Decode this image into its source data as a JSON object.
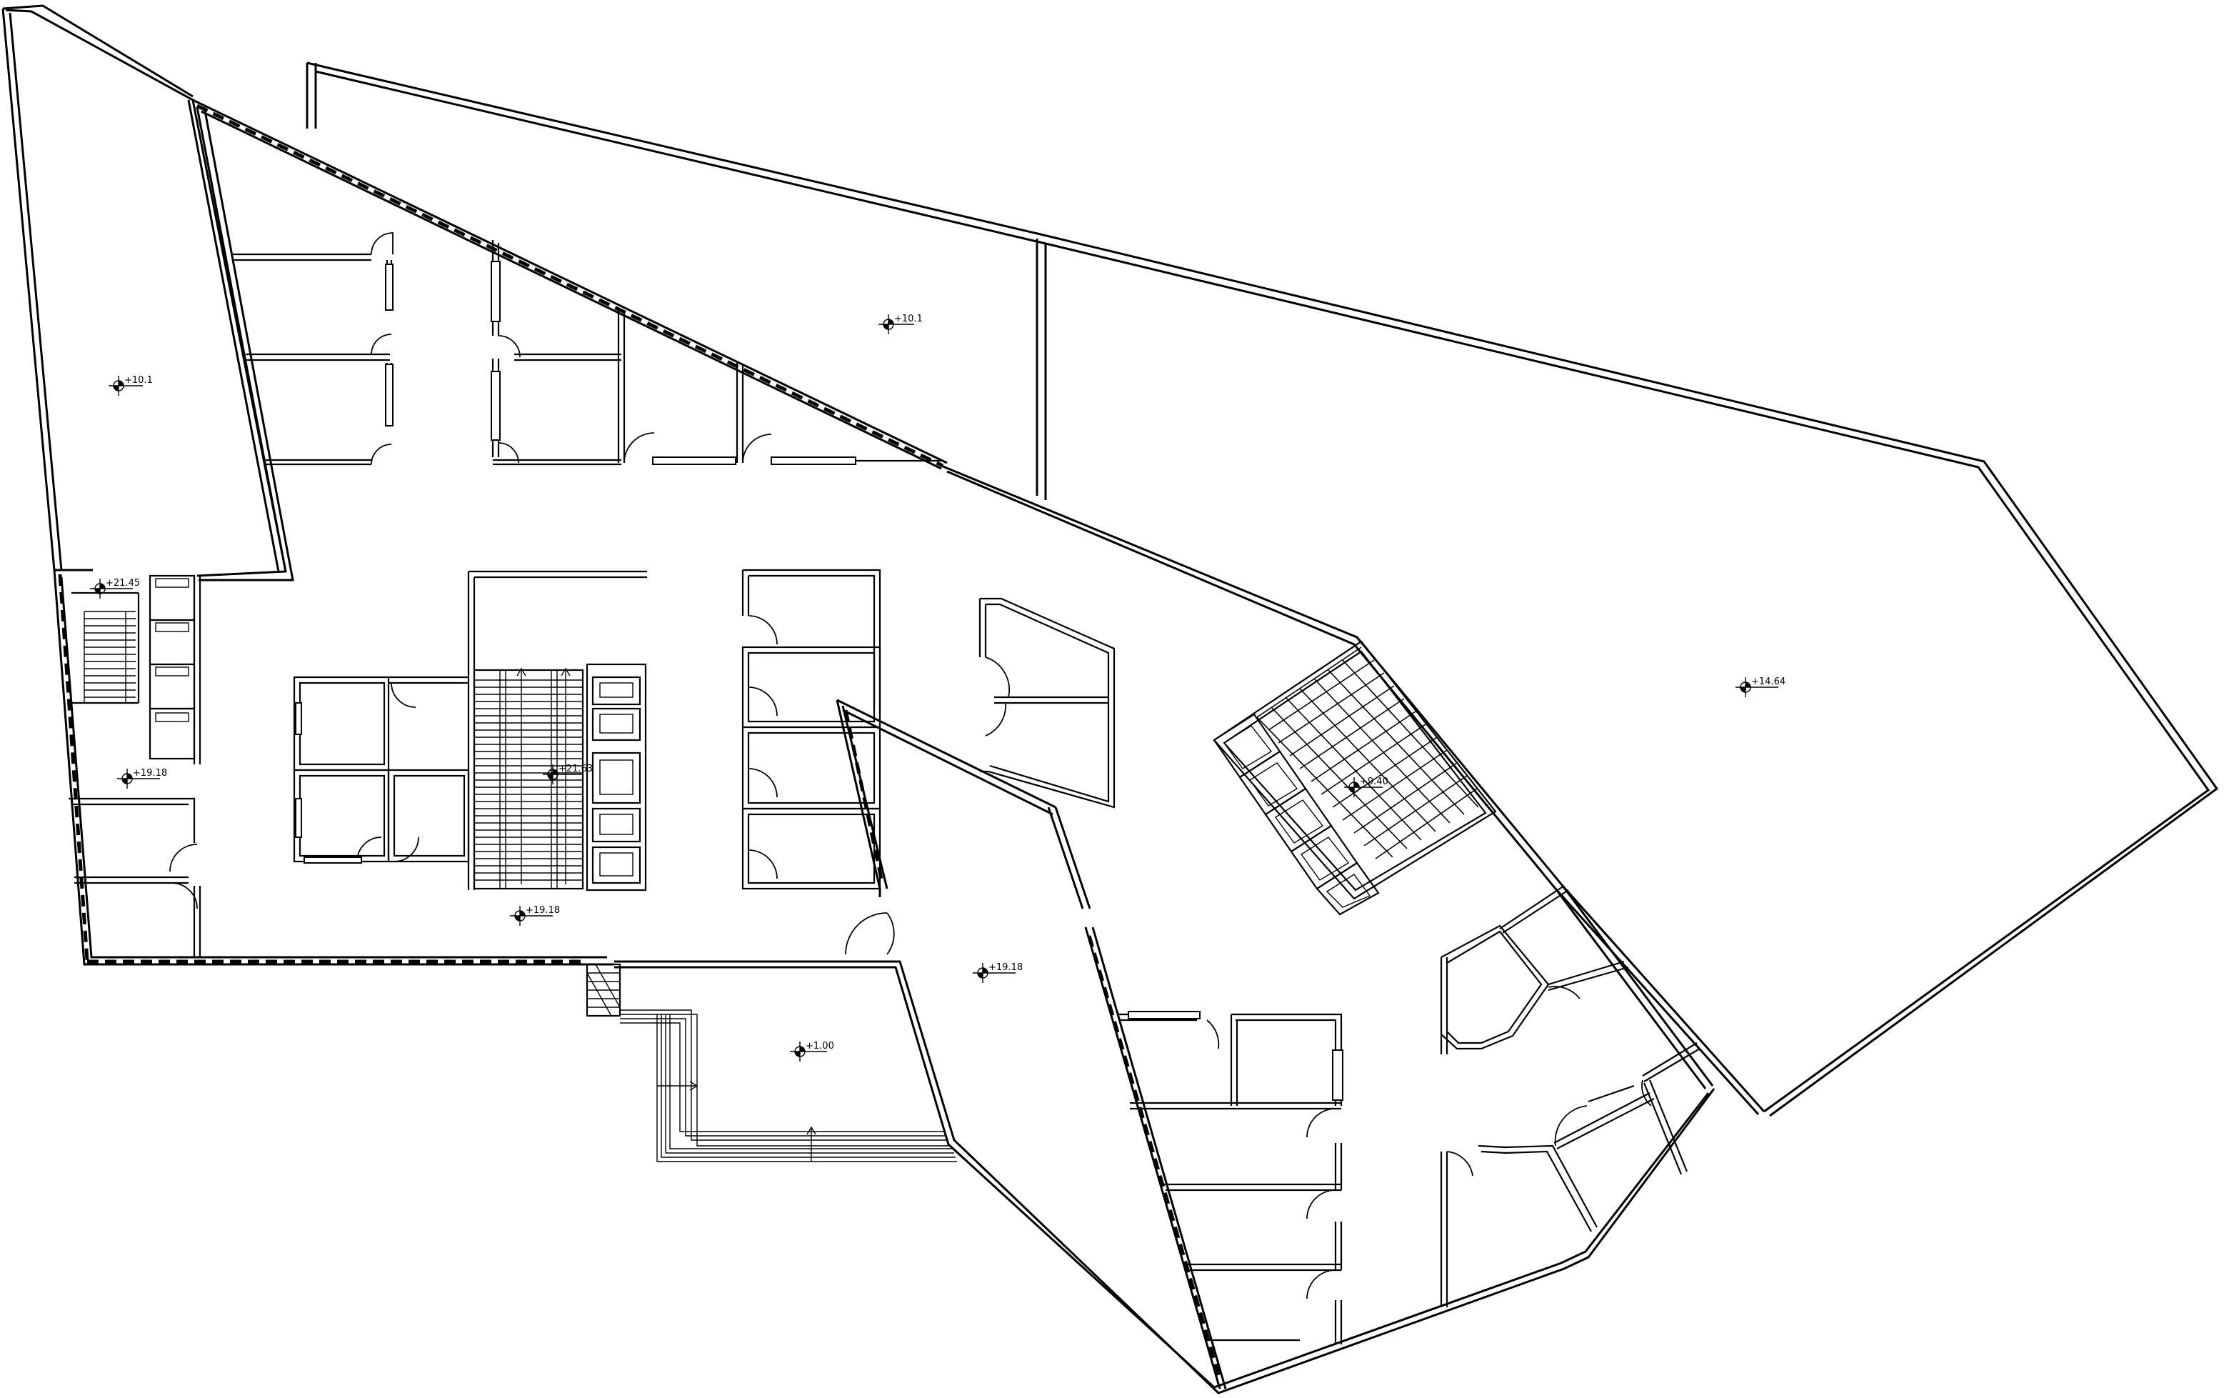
{
  "plan": {
    "elevation_marks": [
      {
        "id": "roof-north-west",
        "label": "+10.1"
      },
      {
        "id": "roof-north",
        "label": "+10.1"
      },
      {
        "id": "roof-east",
        "label": "+14.64"
      },
      {
        "id": "stair-west",
        "label": "+21.45"
      },
      {
        "id": "corridor-west",
        "label": "+19.18"
      },
      {
        "id": "main-stair",
        "label": "+21.63"
      },
      {
        "id": "lobby",
        "label": "+19.18"
      },
      {
        "id": "central-wedge",
        "label": "+19.18"
      },
      {
        "id": "stair-east",
        "label": "+9.40"
      },
      {
        "id": "lower-terrace",
        "label": "+1.00"
      }
    ]
  }
}
